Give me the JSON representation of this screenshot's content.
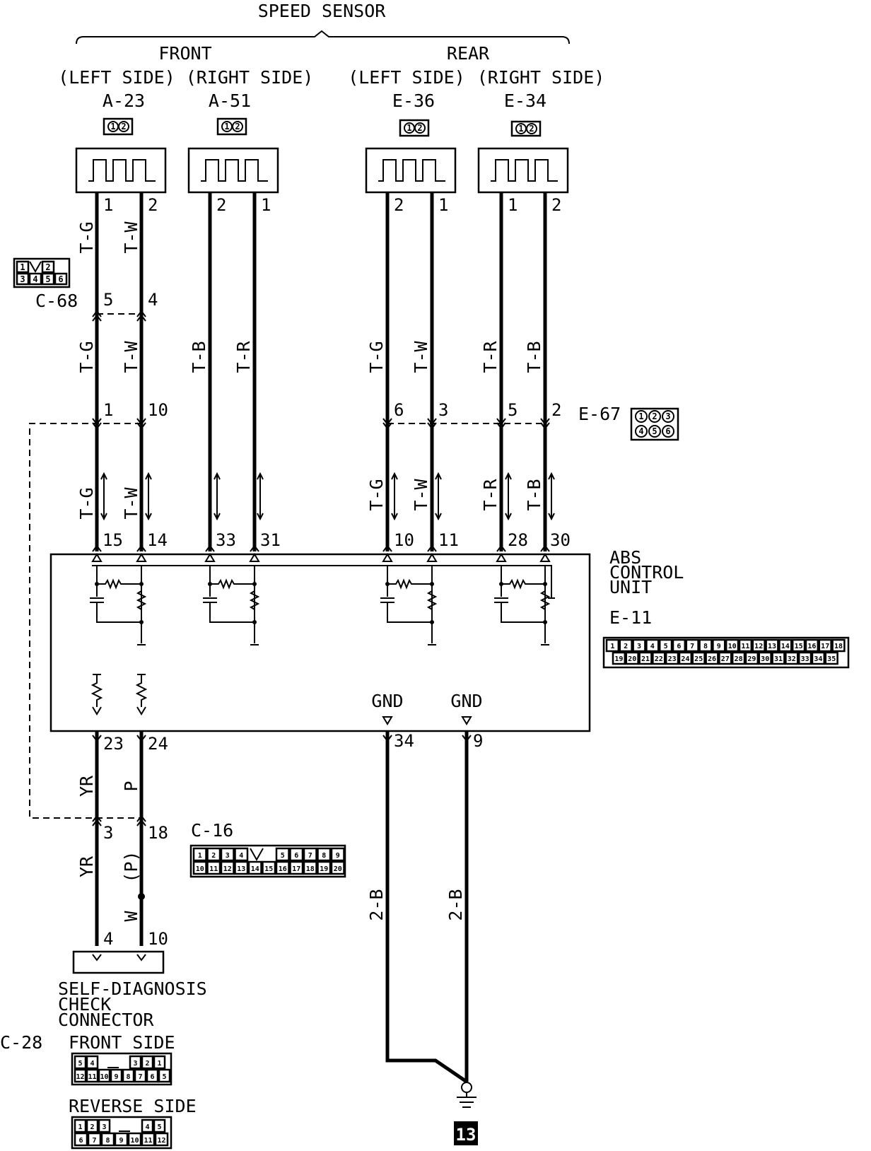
{
  "header": {
    "title": "SPEED SENSOR",
    "front": "FRONT",
    "rear": "REAR"
  },
  "sensors": [
    {
      "side": "(LEFT SIDE)",
      "id": "A-23",
      "pins": [
        "1",
        "2"
      ],
      "wires": [
        "T-G",
        "T-W"
      ]
    },
    {
      "side": "(RIGHT SIDE)",
      "id": "A-51",
      "pins": [
        "2",
        "1"
      ]
    },
    {
      "side": "(LEFT SIDE)",
      "id": "E-36",
      "pins": [
        "2",
        "1"
      ]
    },
    {
      "side": "(RIGHT SIDE)",
      "id": "E-34",
      "pins": [
        "1",
        "2"
      ]
    }
  ],
  "connector_c68": {
    "id": "C-68",
    "pins": [
      "5",
      "4"
    ],
    "pinout_top": [
      "1",
      "2"
    ],
    "pinout_bottom": [
      "3",
      "4",
      "5",
      "6"
    ]
  },
  "mid_wires": {
    "front": [
      "T-G",
      "T-W",
      "T-B",
      "T-R"
    ],
    "rear": [
      "T-G",
      "T-W",
      "T-R",
      "T-B"
    ],
    "front_pins": [
      "1",
      "10"
    ],
    "rear_pins": [
      "6",
      "3",
      "5",
      "2"
    ]
  },
  "connector_e67": {
    "id": "E-67",
    "pinout_top": [
      "1",
      "2",
      "3"
    ],
    "pinout_bottom": [
      "4",
      "5",
      "6"
    ]
  },
  "lower_wires": [
    "T-G",
    "T-W",
    "T-G",
    "T-W",
    "T-R",
    "T-B"
  ],
  "abs_pins_top": [
    "15",
    "14",
    "33",
    "31",
    "10",
    "11",
    "28",
    "30"
  ],
  "abs": {
    "name_lines": [
      "ABS",
      "CONTROL",
      "UNIT"
    ],
    "id": "E-11",
    "gnd": [
      "GND",
      "GND"
    ],
    "pinout_top": [
      "1",
      "2",
      "3",
      "4",
      "5",
      "6",
      "7",
      "8",
      "9",
      "10",
      "11",
      "12",
      "13",
      "14",
      "15",
      "16",
      "17",
      "18"
    ],
    "pinout_bottom": [
      "19",
      "20",
      "21",
      "22",
      "23",
      "24",
      "25",
      "26",
      "27",
      "28",
      "29",
      "30",
      "31",
      "32",
      "33",
      "34",
      "35"
    ]
  },
  "abs_pins_bottom": [
    "23",
    "24",
    "34",
    "9"
  ],
  "bottom_wires": {
    "w1": "YR",
    "w2": "P",
    "w3": "YR",
    "w4": "(P)",
    "w5": "W",
    "gnd1": "2-B",
    "gnd2": "2-B"
  },
  "connector_c16": {
    "id": "C-16",
    "pins": [
      "3",
      "18"
    ],
    "pinout_top": [
      "1",
      "2",
      "3",
      "4",
      "5",
      "6",
      "7",
      "8",
      "9"
    ],
    "pinout_bottom": [
      "10",
      "11",
      "12",
      "13",
      "14",
      "15",
      "16",
      "17",
      "18",
      "19",
      "20"
    ]
  },
  "check_connector": {
    "pins": [
      "4",
      "10"
    ],
    "name_lines": [
      "SELF-DIAGNOSIS",
      "CHECK",
      "CONNECTOR"
    ],
    "id": "C-28",
    "front_side": "FRONT SIDE",
    "reverse_side": "REVERSE SIDE",
    "front_top": [
      "5",
      "4",
      "3",
      "2",
      "1"
    ],
    "front_bottom": [
      "12",
      "11",
      "10",
      "9",
      "8",
      "7",
      "6",
      "5"
    ],
    "reverse_top": [
      "1",
      "2",
      "3",
      "4",
      "5"
    ],
    "reverse_bottom": [
      "6",
      "7",
      "8",
      "9",
      "10",
      "11",
      "12"
    ]
  },
  "ground": {
    "label": "13"
  },
  "colors": {
    "ink": "#000000",
    "paper": "#ffffff"
  }
}
